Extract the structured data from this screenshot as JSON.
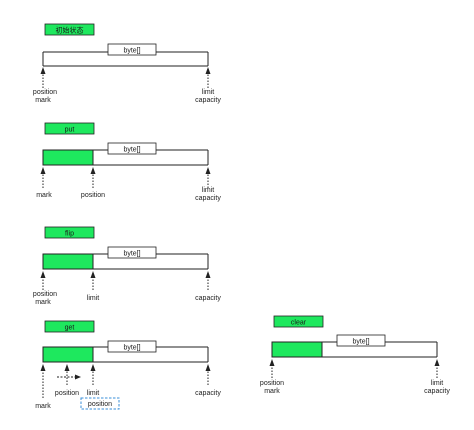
{
  "colors": {
    "accent": "#1ee85e",
    "line": "#222222",
    "highlight_box": "#3a8fd8"
  },
  "buffer_label": "byte[]",
  "panels": {
    "initial": {
      "tag": "初始状态",
      "labels": {
        "left": [
          "position",
          "mark"
        ],
        "right": [
          "limit",
          "capacity"
        ]
      }
    },
    "put": {
      "tag": "put",
      "labels": {
        "mark": "mark",
        "position": "position",
        "right": [
          "limit",
          "capacity"
        ]
      }
    },
    "flip": {
      "tag": "flip",
      "labels": {
        "left": [
          "position",
          "mark"
        ],
        "limit": "limit",
        "capacity": "capacity"
      }
    },
    "get": {
      "tag": "get",
      "labels": {
        "mark": "mark",
        "position": "position",
        "limit": "limit",
        "capacity": "capacity",
        "new_position": "position"
      }
    },
    "clear": {
      "tag": "clear",
      "labels": {
        "left": [
          "position",
          "mark"
        ],
        "right": [
          "limit",
          "capacity"
        ]
      }
    }
  }
}
